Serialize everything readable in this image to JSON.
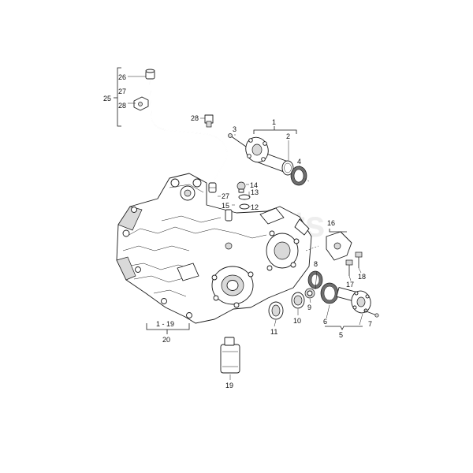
{
  "watermark": "parts",
  "labels": {
    "l1": "1",
    "l2": "2",
    "l3": "3",
    "l4": "4",
    "l5": "5",
    "l6": "6",
    "l7": "7",
    "l8": "8",
    "l9": "9",
    "l10": "10",
    "l11": "11",
    "l12": "12",
    "l13": "13",
    "l14": "14",
    "l15": "15",
    "l16": "16",
    "l17": "17",
    "l18": "18",
    "l19": "19",
    "l20": "20",
    "l25": "25",
    "l26": "26",
    "l27a": "27",
    "l27b": "27",
    "l28a": "28",
    "l28b": "28",
    "range": "1 - 19"
  }
}
